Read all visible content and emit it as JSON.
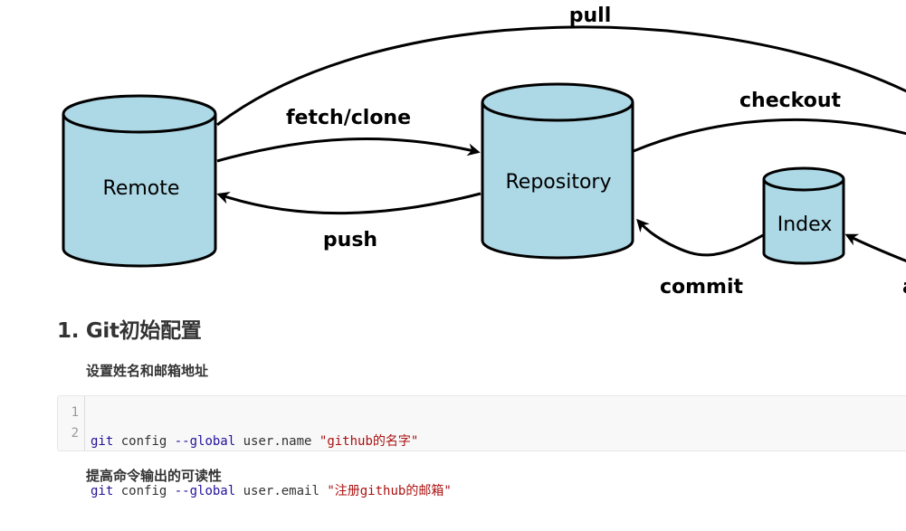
{
  "diagram": {
    "nodes": {
      "remote": "Remote",
      "repository": "Repository",
      "index": "Index"
    },
    "edges": {
      "pull": "pull",
      "fetch_clone": "fetch/clone",
      "push": "push",
      "checkout": "checkout",
      "commit": "commit",
      "add_partial": "a"
    },
    "colors": {
      "node_fill": "#add8e6",
      "stroke": "#000000"
    }
  },
  "section": {
    "title": "1. Git初始配置",
    "subheading_name": "设置姓名和邮箱地址",
    "subheading_color": "提高命令输出的可读性"
  },
  "code": {
    "lines": [
      {
        "num": "1",
        "cmd": "git",
        "sub": " config ",
        "flag": "--global",
        "key": " user.name ",
        "value": "\"github的名字\""
      },
      {
        "num": "2",
        "cmd": "git",
        "sub": " config ",
        "flag": "--global",
        "key": " user.email ",
        "value": "\"注册github的邮箱\""
      }
    ]
  }
}
